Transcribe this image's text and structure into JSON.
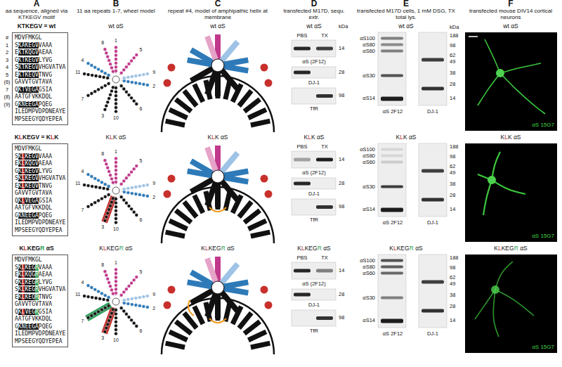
{
  "diagram": {
    "nodes": [
      {
        "text": [
          "MDVFMKGL",
          "SKAKEGVVAAA",
          "EKTKQGVAEAA",
          "GKTKEGVLYVG",
          "SKTKEGVVHGVATVA",
          "EKTKEQVTNVG",
          "GAVVTGVTAVA",
          "QKTVEGAGSIA",
          "AATGFVKKDQL",
          "GKNEEGAPQEG",
          "ILEDMPVDPDNEAYE",
          "MPSEEGYQDYEPEA"
        ]
      },
      {
        "text": [
          "MDVFMKGL",
          "SKLKEGVVAAA",
          "EKLKQGVAEAA",
          "GKLKEGVLYVG",
          "SKLKEGVVHGVATVA",
          "EKLKEQVTNVG",
          "GAVVTGVTAVA",
          "QKLVEGAGSIA",
          "AATGFVKKDQL",
          "GKNEEGAPQEG",
          "ILEDMPVDPDNEAYE",
          "MPSEEGYQDYEPEA"
        ]
      },
      {
        "text": [
          "MDVFMKGL",
          "SKLKEGRVAAA",
          "EKLKQGRAEAA",
          "GKLKEGRLYVG",
          "SKLKEGRVHGVATVA",
          "EKLKEQRTNVG",
          "GAVVTGVTAVA",
          "QKLVEGRGSIA",
          "AATGFVKKDQL",
          "GKNEEGAPQEG",
          "ILEDMPVDPDNEAYE",
          "MPSEEGYQDYEPEA"
        ]
      }
    ],
    "labels": [
      "A",
      "B",
      "C",
      "D",
      "E",
      "F",
      "aa sequence, aligned via KTKEGV motif",
      "11 aa repeats 1-7, wheel model",
      "repeat #4, model of amphipathic helix at membrane",
      "transfected M17D, sequ. extr.",
      "transfected M17D cells, 1 mM DSG, TX total lys.",
      "transfected mouse DIV14 cortical neurons",
      "KTKEGV = wt",
      "KLKEGV = KLK",
      "KLKEGR αS",
      "#",
      "1",
      "2",
      "3",
      "4",
      "5",
      "(6)",
      "7",
      "(8)",
      "(9)",
      "wt αS",
      "wt αS",
      "wt αS",
      "wt αS",
      "wt αS",
      "KLK αS",
      "KLK αS",
      "KLK αS",
      "KLK αS",
      "KLK αS",
      "KLKEGR αS",
      "KLKEGR αS",
      "KLKEGR αS",
      "KLKEGR αS",
      "KLKEGR αS",
      "1",
      "2",
      "3",
      "4",
      "5",
      "6",
      "7",
      "8",
      "9",
      "10",
      "11",
      "1",
      "2",
      "3",
      "4",
      "5",
      "6",
      "7",
      "8",
      "9",
      "10",
      "11",
      "1",
      "2",
      "3",
      "4",
      "5",
      "6",
      "7",
      "8",
      "9",
      "10",
      "11",
      "PBS",
      "TX",
      "14",
      "αS (2F12)",
      "28",
      "DJ-1",
      "98",
      "TfR",
      "PBS",
      "TX",
      "14",
      "αS (2F12)",
      "28",
      "DJ-1",
      "98",
      "TfR",
      "PBS",
      "TX",
      "14",
      "αS (2F12)",
      "28",
      "DJ-1",
      "98",
      "TfR",
      "αS100",
      "αS80",
      "αS60",
      "αS30",
      "αS14",
      "188",
      "98",
      "62",
      "49",
      "38",
      "28",
      "14",
      "αS 2F12",
      "DJ-1",
      "αS100",
      "αS80",
      "αS60",
      "αS30",
      "αS14",
      "188",
      "98",
      "62",
      "49",
      "38",
      "28",
      "14",
      "αS 2F12",
      "DJ-1",
      "αS100",
      "αS80",
      "αS60",
      "αS30",
      "αS14",
      "188",
      "98",
      "62",
      "49",
      "38",
      "28",
      "14",
      "αS 2F12",
      "DJ-1",
      "αS 15G7",
      "αS 15G7",
      "αS 15G7",
      "kDa",
      "kDa"
    ]
  }
}
